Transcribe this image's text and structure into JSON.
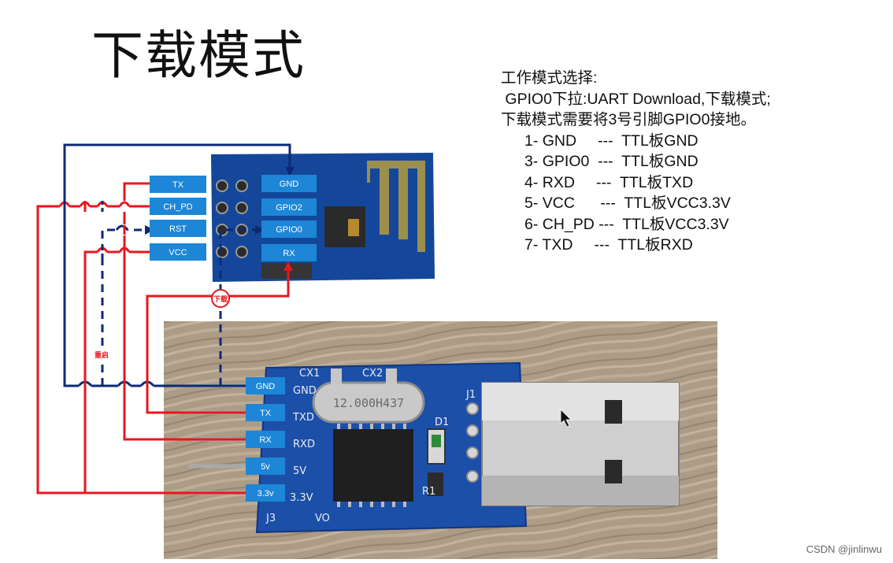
{
  "title": "下载模式",
  "notes": {
    "heading": "工作模式选择:",
    "line1": " GPIO0下拉:UART Download,下载模式;",
    "line2": "下载模式需要将3号引脚GPIO0接地。",
    "pins": [
      "1- GND     ---  TTL板GND",
      "3- GPIO0  ---  TTL板GND",
      "4- RXD     ---  TTL板TXD",
      "5- VCC      ---  TTL板VCC3.3V",
      "6- CH_PD ---  TTL板VCC3.3V",
      "7- TXD     ---  TTL板RXD"
    ]
  },
  "esp_module": {
    "left_pins": [
      "TX",
      "CH_PD",
      "RST",
      "VCC"
    ],
    "right_pins": [
      "GND",
      "GPIO2",
      "GPIO0",
      "RX"
    ]
  },
  "ttl_board": {
    "pins": [
      "GND",
      "TX",
      "RX",
      "5v",
      "3.3v"
    ],
    "silk_labels": [
      "GND",
      "TXD",
      "RXD",
      "5V",
      "3.3V",
      "VO"
    ],
    "crystal_label": "12.000H437",
    "top_labels": [
      "CX1",
      "CX2"
    ],
    "side_labels": [
      "J1",
      "D1",
      "R1",
      "J3"
    ]
  },
  "annotations": {
    "download": "下载",
    "restart": "重启"
  },
  "watermark": "CSDN @jinlinwu",
  "colors": {
    "wire_red": "#e8161e",
    "wire_navy": "#0c2a74",
    "pin_label": "#1e86d6",
    "esp_pcb": "#14479a",
    "ttl_pcb": "#1c4fa8"
  }
}
